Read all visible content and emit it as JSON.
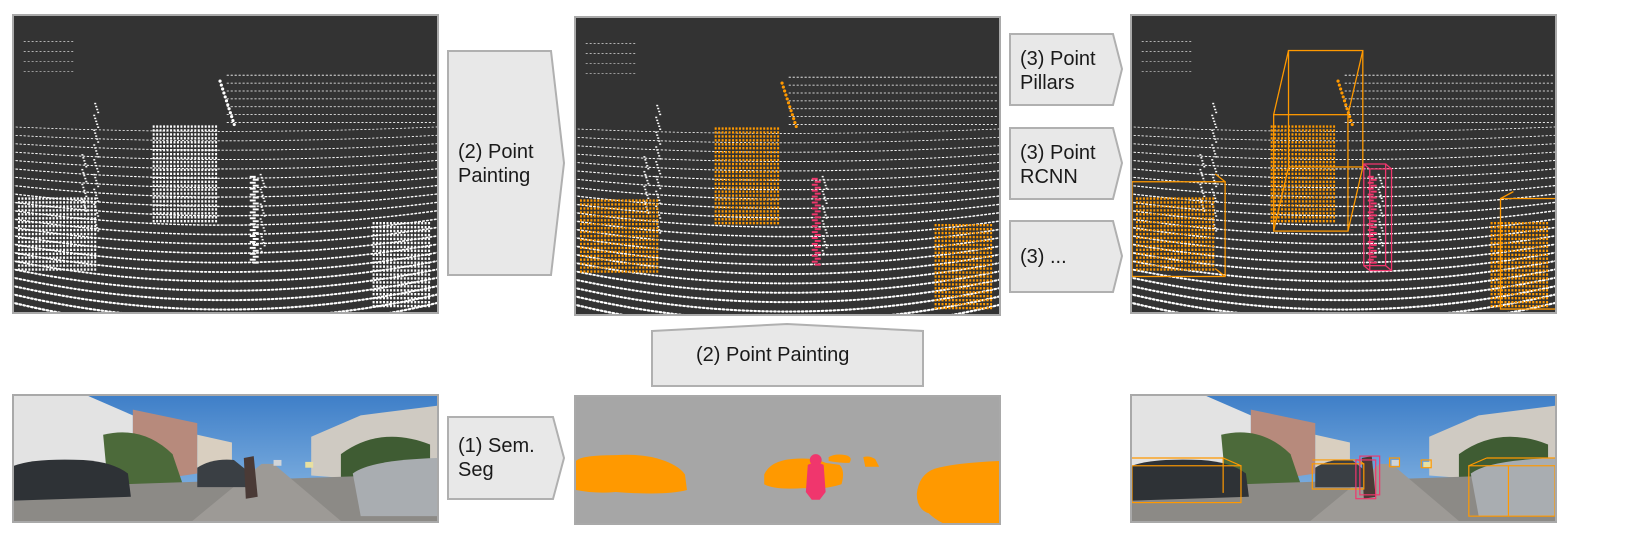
{
  "colors": {
    "lidar_bg": "#333333",
    "lidar_points": "#ffffff",
    "car_paint": "#ff9900",
    "pedestrian_paint": "#f0366d",
    "seg_background": "#a6a6a6",
    "arrow_fill": "#e8e8e8",
    "arrow_stroke": "#b0b0b0"
  },
  "steps": {
    "sem_seg": "(1) Sem.\nSeg",
    "point_painting_vertical": "(2) Point\nPainting",
    "point_painting_horizontal": "(2) Point Painting",
    "point_pillars": "(3) Point\nPillars",
    "point_rcnn": "(3) Point\nRCNN",
    "other": "(3) ..."
  }
}
